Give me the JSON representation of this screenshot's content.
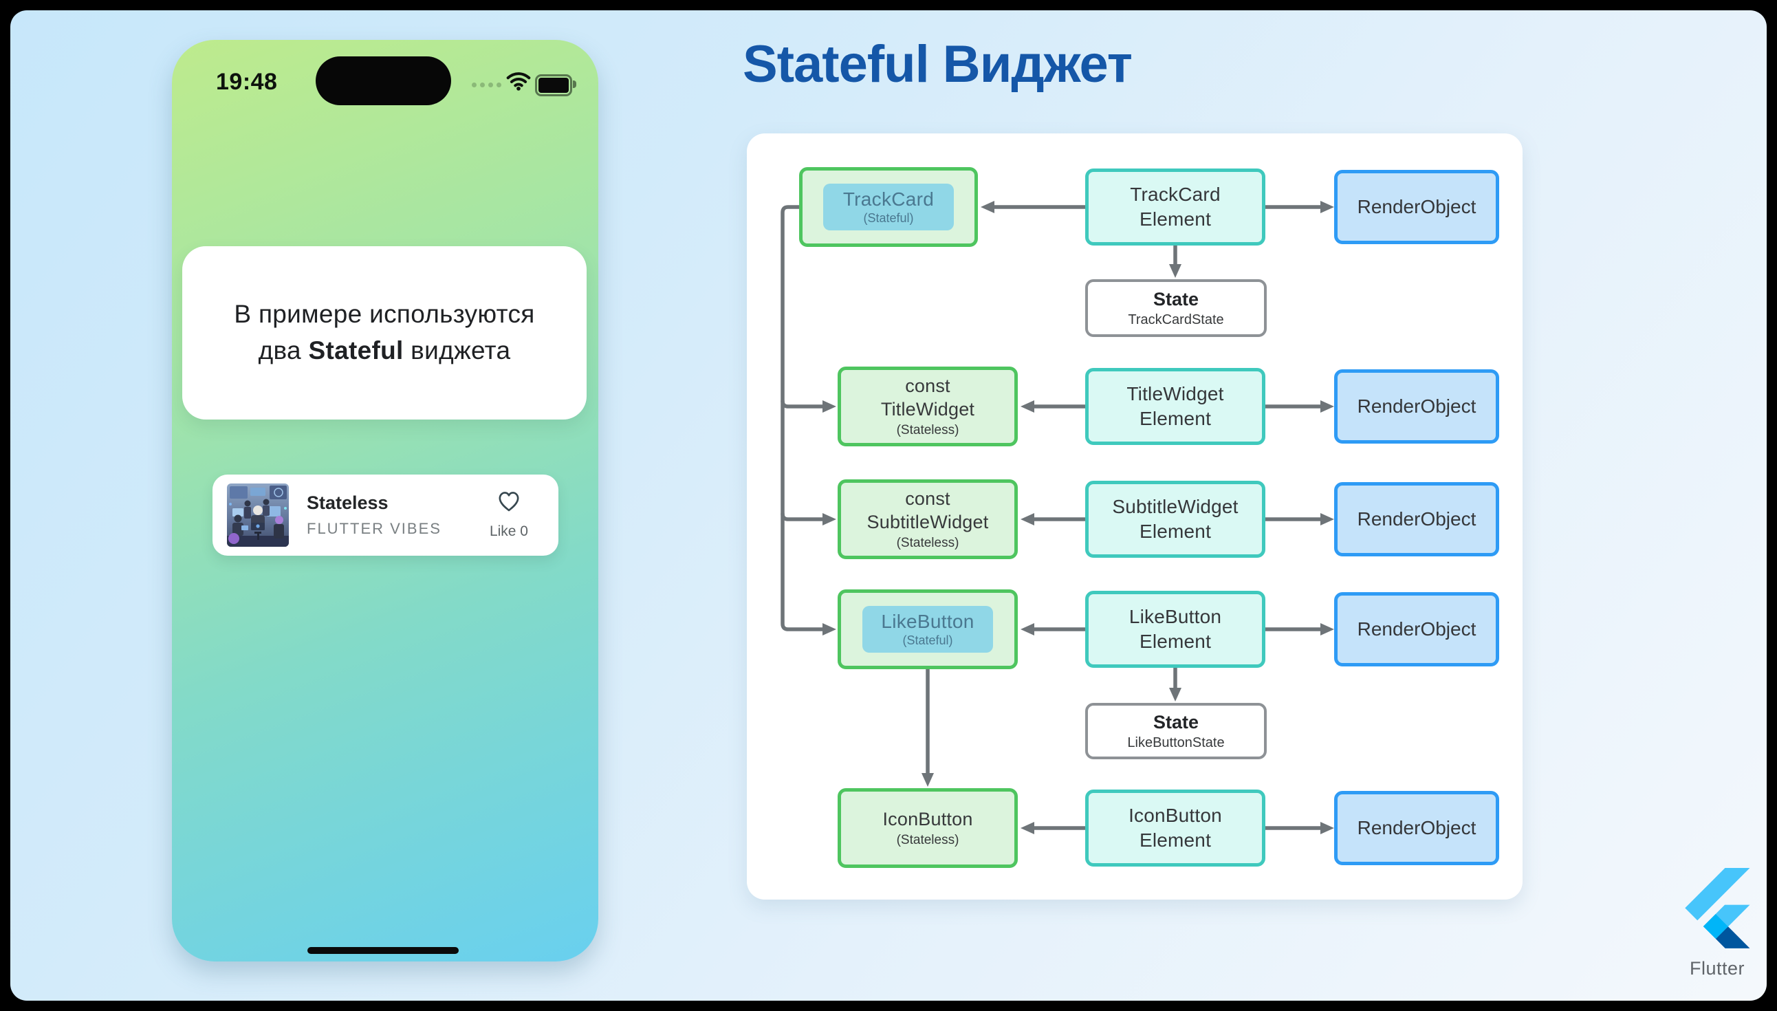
{
  "phone": {
    "status_bar": {
      "time": "19:48"
    },
    "message_card": {
      "line1": "В примере используются",
      "line2_pre": "два ",
      "line2_bold": "Stateful",
      "line2_post": " виджета"
    },
    "track_card": {
      "title": "Stateless",
      "subtitle": "FLUTTER VIBES",
      "like_label": "Like 0"
    }
  },
  "header": {
    "title": "Stateful Виджет"
  },
  "diagram": {
    "rows": [
      {
        "w1": "TrackCard",
        "w2": "(Stateful)",
        "e1": "TrackCard",
        "e2": "Element",
        "render": "RenderObject",
        "state": "State",
        "state_sub": "TrackCardState"
      },
      {
        "w0": "const",
        "w1": "TitleWidget",
        "w2": "(Stateless)",
        "e1": "TitleWidget",
        "e2": "Element",
        "render": "RenderObject"
      },
      {
        "w0": "const",
        "w1": "SubtitleWidget",
        "w2": "(Stateless)",
        "e1": "SubtitleWidget",
        "e2": "Element",
        "render": "RenderObject"
      },
      {
        "w1": "LikeButton",
        "w2": "(Stateful)",
        "e1": "LikeButton",
        "e2": "Element",
        "render": "RenderObject",
        "state": "State",
        "state_sub": "LikeButtonState"
      },
      {
        "w1": "IconButton",
        "w2": "(Stateless)",
        "e1": "IconButton",
        "e2": "Element",
        "render": "RenderObject"
      }
    ]
  },
  "branding": {
    "label": "Flutter"
  },
  "colors": {
    "title_blue": "#1557A8",
    "widget_border": "#4EC55F",
    "widget_fill": "#DCF4DD",
    "element_border": "#3FC9BD",
    "element_fill": "#DAF9F4",
    "render_border": "#2E9BF5",
    "render_fill": "#C5E3FA",
    "state_border": "#8E9296",
    "stateful_chip_fill": "#90D7E7",
    "stateful_chip_text": "#4A7890",
    "arrow_gray": "#6E7478",
    "phone_gradient_top": "#BEEB8D",
    "phone_gradient_bottom": "#69D0EF"
  }
}
